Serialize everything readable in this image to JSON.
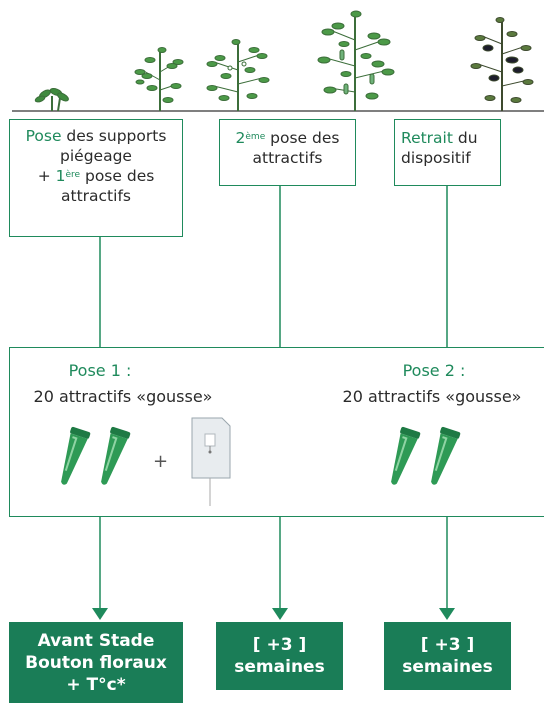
{
  "top_boxes": [
    {
      "lead": "Pose",
      "lines": [
        "des supports",
        "piégeage",
        "+ ",
        "1",
        "ère",
        " pose des",
        "attractifs"
      ]
    },
    {
      "lead": "2",
      "sup": "ème",
      "rest1": " pose des",
      "rest2": "attractifs"
    },
    {
      "lead": "Retrait",
      "rest1": " du",
      "rest2": "dispositif"
    }
  ],
  "box1": {
    "word1": "Pose",
    "text1": " des supports",
    "line2": "piégeage",
    "plus": "+ ",
    "one": "1",
    "ere": "ère",
    "text3": " pose des",
    "line4": "attractifs"
  },
  "box2": {
    "two": "2",
    "eme": "ème",
    "text1": " pose des",
    "line2": "attractifs"
  },
  "box3": {
    "word1": "Retrait",
    "text1": " du",
    "line2": "dispositif"
  },
  "pose1": {
    "title": "Pose 1 :",
    "desc": "20 attractifs «gousse»",
    "plus": "+"
  },
  "pose2": {
    "title": "Pose 2 :",
    "desc": "20 attractifs «gousse»"
  },
  "bottom_boxes": [
    {
      "l1": "Avant Stade",
      "l2": "Bouton floraux",
      "l3": "+ T°c*"
    },
    {
      "l1": "[ +3 ]",
      "l2": "semaines"
    },
    {
      "l1": "[ +3 ]",
      "l2": "semaines"
    }
  ],
  "colors": {
    "accent": "#1f8a5c",
    "bottom": "#1a7d57",
    "tube": "#2e9a55"
  }
}
